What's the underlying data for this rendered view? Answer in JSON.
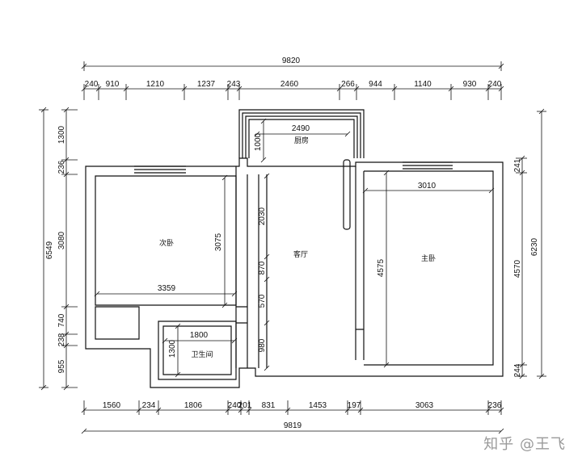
{
  "top": {
    "total": "9820",
    "segments": [
      "240",
      "910",
      "1210",
      "1237",
      "243",
      "2460",
      "266",
      "944",
      "1140",
      "930",
      "240"
    ]
  },
  "bottom": {
    "total": "9819",
    "segments": [
      "1560",
      "234",
      "1806",
      "240",
      "201",
      "831",
      "1453",
      "197",
      "3063",
      "236"
    ]
  },
  "left": {
    "total": "6549",
    "segments": [
      "1300",
      "236",
      "3080",
      "740",
      "238",
      "955"
    ]
  },
  "right": {
    "total": "6230",
    "segments": [
      "241",
      "4570",
      "244"
    ]
  },
  "interior": {
    "kitchen_width": "2490",
    "kitchen_depth": "1000",
    "bedroom2_height": "3075",
    "bedroom2_width": "3359",
    "master_width": "3010",
    "master_height": "4575",
    "bath_width": "1800",
    "bath_depth": "1300",
    "living_segments": [
      "2030",
      "870",
      "570",
      "980"
    ]
  },
  "rooms": {
    "kitchen": "厨房",
    "second_bedroom": "次卧",
    "living": "客厅",
    "master": "主卧",
    "bathroom": "卫生间"
  },
  "watermark": "知乎 @王飞"
}
